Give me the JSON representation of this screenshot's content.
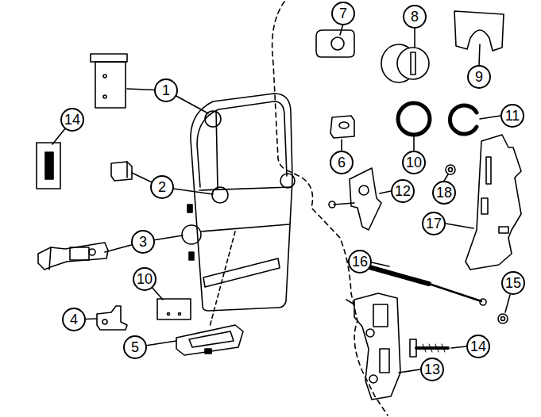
{
  "diagram": {
    "labels": [
      "7",
      "8",
      "9",
      "1",
      "11",
      "14",
      "6",
      "10",
      "2",
      "12",
      "18",
      "3",
      "17",
      "16",
      "10",
      "15",
      "4",
      "5",
      "14",
      "13"
    ]
  }
}
